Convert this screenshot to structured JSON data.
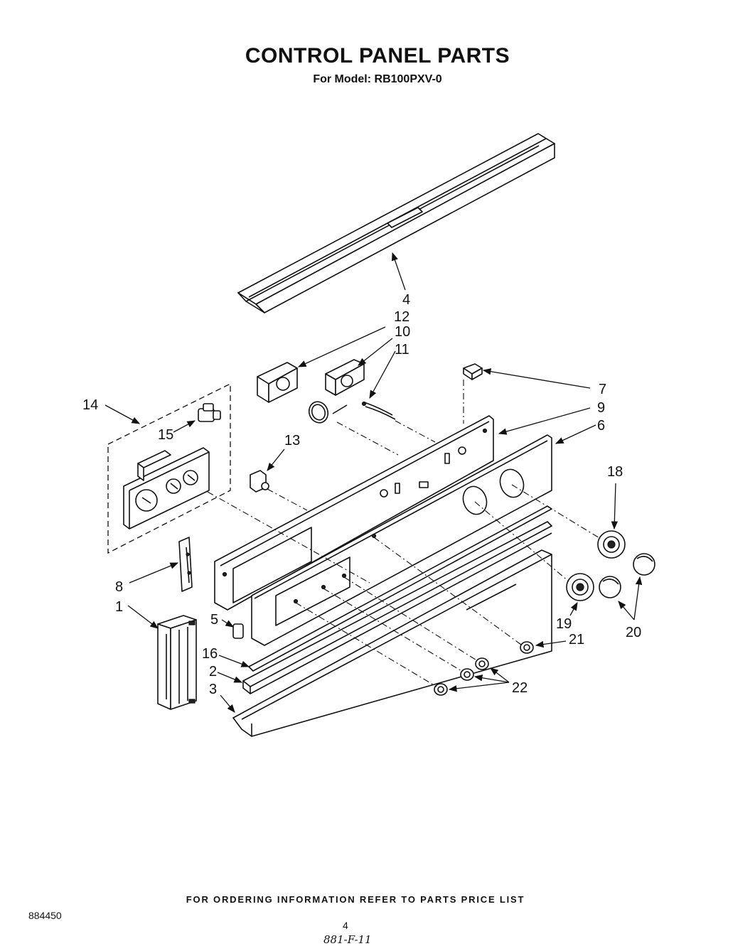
{
  "header": {
    "title": "CONTROL PANEL PARTS",
    "subtitle": "For Model: RB100PXV-0"
  },
  "callouts": {
    "c1": "1",
    "c2": "2",
    "c3": "3",
    "c4": "4",
    "c5": "5",
    "c6": "6",
    "c7": "7",
    "c8": "8",
    "c9": "9",
    "c10": "10",
    "c11": "11",
    "c12": "12",
    "c13": "13",
    "c14": "14",
    "c15": "15",
    "c16": "16",
    "c18": "18",
    "c19": "19",
    "c20": "20",
    "c21": "21",
    "c22": "22"
  },
  "footer": {
    "note": "FOR ORDERING INFORMATION REFER TO PARTS PRICE LIST",
    "doc_number": "884450",
    "page_number": "4",
    "handwritten": "881-F-11"
  }
}
